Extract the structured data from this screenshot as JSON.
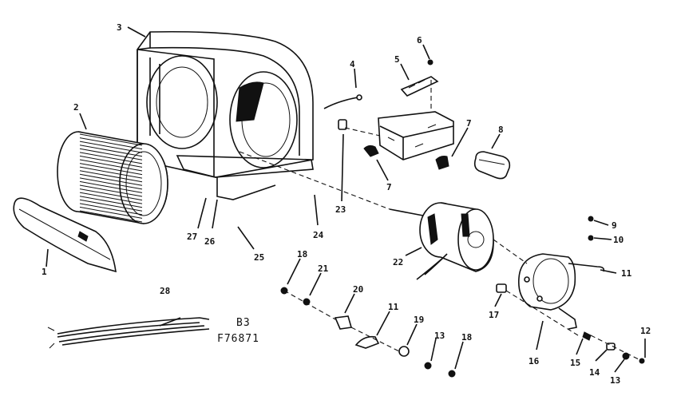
{
  "labels": {
    "l1": "1",
    "l2": "2",
    "l3": "3",
    "l4": "4",
    "l5": "5",
    "l6": "6",
    "l7a": "7",
    "l7b": "7",
    "l8": "8",
    "l9": "9",
    "l10": "10",
    "l11a": "11",
    "l11b": "11",
    "l12": "12",
    "l13a": "13",
    "l13b": "13",
    "l14": "14",
    "l15": "15",
    "l16": "16",
    "l17": "17",
    "l18a": "18",
    "l18b": "18",
    "l19": "19",
    "l20": "20",
    "l21": "21",
    "l22": "22",
    "l23": "23",
    "l24": "24",
    "l25": "25",
    "l26": "26",
    "l27": "27",
    "l28": "28"
  },
  "caption": {
    "line1": "B3",
    "line2": "F76871"
  }
}
